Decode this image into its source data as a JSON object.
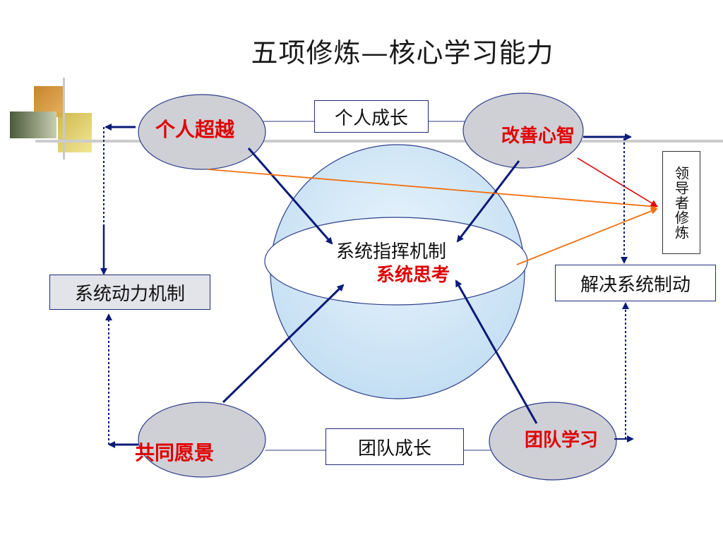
{
  "title": "五项修炼—核心学习能力",
  "nodes": {
    "personal_mastery": "个人超越",
    "mental_models": "改善心智",
    "shared_vision": "共同愿景",
    "team_learning": "团队学习"
  },
  "center": {
    "line1": "系统指挥机制",
    "line2": "系统思考"
  },
  "boxes": {
    "personal_growth": "个人成长",
    "team_growth": "团队成长",
    "driving_mechanism": "系统动力机制",
    "braking_mechanism": "解决系统制动",
    "leader_discipline": "领导者修炼"
  },
  "colors": {
    "accent_red": "#e00000",
    "arrow_navy": "#0a1a78",
    "orange": "#f07010",
    "sphere_fill": "#cfe6f7",
    "oval_fill": "#cfcfd6"
  }
}
